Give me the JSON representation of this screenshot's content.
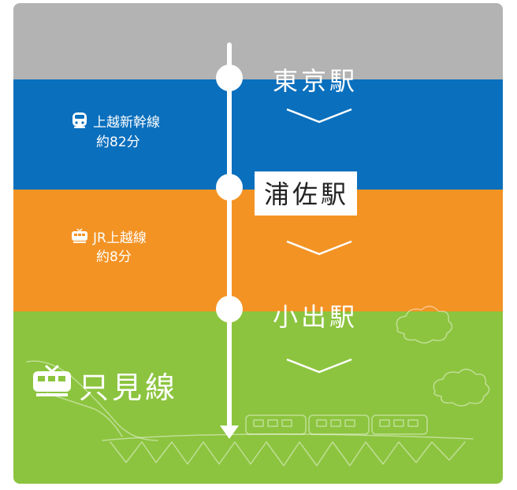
{
  "colors": {
    "gray": "#b3b3b3",
    "blue": "#0a6fbd",
    "orange": "#f39324",
    "green": "#8cc43f",
    "white": "#ffffff"
  },
  "stations": [
    {
      "name": "東京駅"
    },
    {
      "name": "浦佐駅"
    },
    {
      "name": "小出駅"
    }
  ],
  "segments": [
    {
      "line": "上越新幹線",
      "time": "約82分",
      "icon": "shinkansen-icon"
    },
    {
      "line": "JR上越線",
      "time": "約8分",
      "icon": "train-icon"
    }
  ],
  "destination": {
    "line": "只見線",
    "icon": "train-icon"
  }
}
